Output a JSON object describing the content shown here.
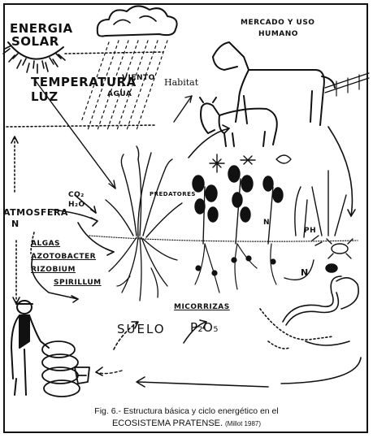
{
  "labels": {
    "energia": "ENERGIA",
    "solar": "SOLAR",
    "temperatura": "TEMPERATURA",
    "luz": "LUZ",
    "viento": "VIENTO",
    "agua": "AGUA",
    "habitat": "Habitat",
    "mercado_1": "MERCADO Y USO",
    "mercado_2": "HUMANO",
    "atmosfera": "ATMOSFERA",
    "n_atm": "N",
    "co2": "CO₂",
    "h2o": "H₂O",
    "algas": "ALGAS",
    "azotobacter": "AZOTOBACTER",
    "rizobium": "RIZOBIUM",
    "spirillum": "SPIRILLUM",
    "predatores": "PREDATORES",
    "n_plant": "N",
    "ph": "PH",
    "n_soil": "N",
    "micorrizas": "MICORRIZAS",
    "suelo": "SUELO",
    "p2o5": "P₂O₅"
  },
  "caption": {
    "line1": "Fig. 6.- Estructura básica y ciclo energético en el",
    "line2_main": "ECOSISTEMA PRATENSE.",
    "line2_ref": "(Millot 1987)"
  }
}
